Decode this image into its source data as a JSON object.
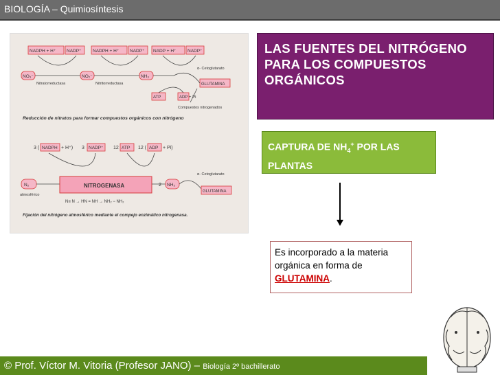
{
  "header": {
    "title": "BIOLOGÍA – Quimiosíntesis"
  },
  "title_box": {
    "text": "LAS FUENTES DEL NITRÓGENO PARA  LOS COMPUESTOS ORGÁNICOS"
  },
  "subtitle_box": {
    "prefix": "CAPTURA DE NH",
    "sub": "4",
    "sup": "+",
    "suffix": " POR LAS PLANTAS"
  },
  "info_box": {
    "text": "Es incorporado a la materia orgánica en forma de ",
    "highlight": "GLUTAMINA",
    "end": "."
  },
  "footer": {
    "main": "© Prof. Víctor M. Vitoria (Profesor JANO) – ",
    "small": "Biología  2º bachillerato"
  },
  "figure": {
    "top": {
      "nadph1": "NADPH + H⁺",
      "nadp1": "NADP⁺",
      "nadph2": "NADPH + H⁺",
      "nadp2": "NADP⁺",
      "nadp3": "NADP + H⁺",
      "nadp4": "NADP⁺",
      "no3": "NO₃⁻",
      "no2": "NO₂⁻",
      "nh3": "NH₃",
      "enzyme1": "Nitratorreductasa",
      "enzyme2": "Nitritorreductasa",
      "cetoglutarato": "α- Cetoglutarato",
      "glutamina": "GLUTAMINA",
      "atp": "ATP",
      "adp": "ADP + Pi",
      "compuestos": "Compuestos nitrogenados",
      "caption": "Reducción de nitratos para formar compuestos orgánicos con nitrógeno"
    },
    "bottom": {
      "r1": "3 (",
      "nadph": "NADPH",
      "r2": "+ H⁺)",
      "r3": "3",
      "nadp": "NADP⁺",
      "r4": "12",
      "atp": "ATP",
      "r5": "12 (",
      "adp": "ADP",
      "r6": "+ Pi)",
      "n2": "N₂",
      "atmos": "atmosférico",
      "nitrogenasa": "NITROGENASA",
      "two": "2",
      "nh3": "NH₃",
      "cetoglutarato": "α- Cetoglutarato",
      "glutamina": "GLUTAMINA",
      "reaction": "N≡ N → HN = NH → NH₂ − NH₂",
      "caption": "Fijación del nitrógeno atmosférico mediante el compejo enzimático nitrogenasa."
    }
  },
  "colors": {
    "title_bg": "#7a1f6e",
    "sub_bg": "#8bbb3a",
    "footer_bg": "#5b8a1c",
    "header_bg": "#6c6c6c",
    "pink": "#f5b7c7",
    "red": "#d73a3a"
  }
}
